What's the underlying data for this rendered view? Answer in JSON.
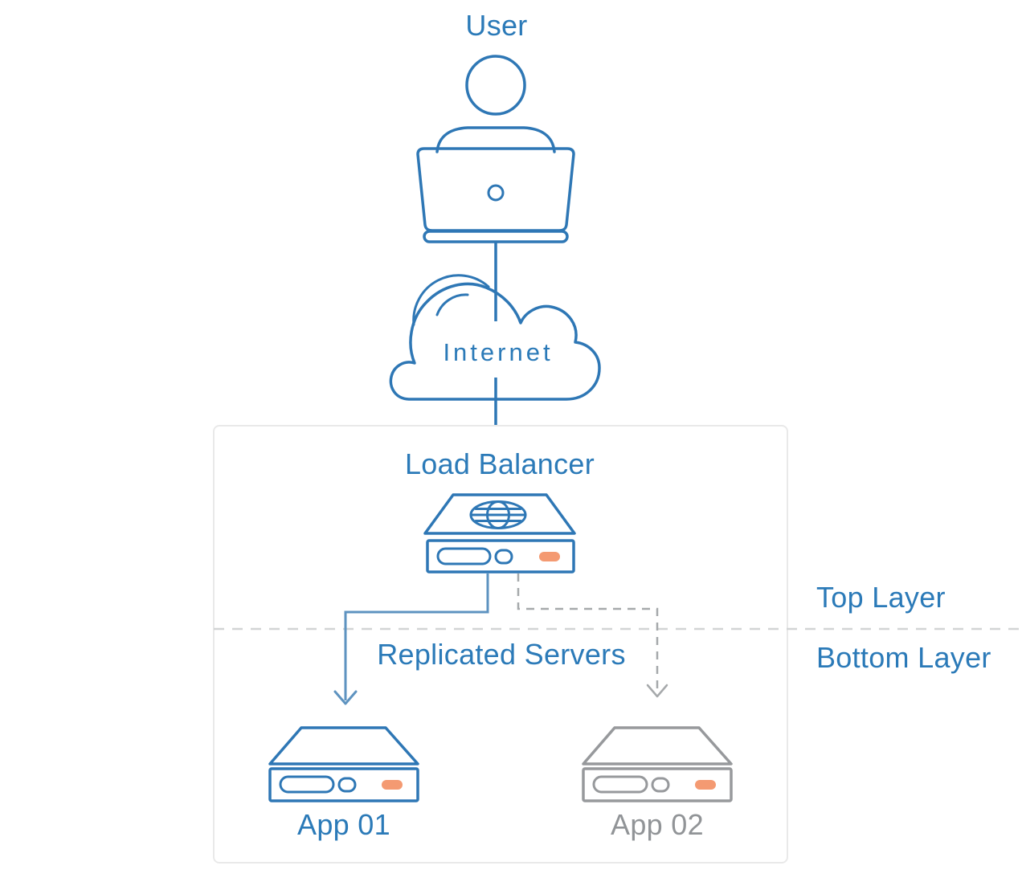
{
  "diagram_title": "Load balancer architecture diagram",
  "labels": {
    "user": "User",
    "internet": "Internet",
    "load_balancer": "Load Balancer",
    "replicated_servers": "Replicated Servers",
    "top_layer": "Top Layer",
    "bottom_layer": "Bottom Layer",
    "app_01": "App 01",
    "app_02": "App 02"
  },
  "icons": {
    "user": "user-at-laptop-icon",
    "internet": "cloud-icon",
    "load_balancer": "load-balancer-server-icon",
    "app_01": "server-icon (blue, active path)",
    "app_02": "server-icon (gray, standby path)"
  },
  "connections": [
    {
      "from": "user",
      "to": "internet",
      "style": "solid blue line"
    },
    {
      "from": "internet",
      "to": "load_balancer",
      "style": "solid blue line"
    },
    {
      "from": "load_balancer",
      "to": "app_01",
      "style": "solid steel-blue arrow"
    },
    {
      "from": "load_balancer",
      "to": "app_02",
      "style": "dashed gray arrow"
    }
  ],
  "layers": {
    "separator_style": "light gray dashed horizontal line",
    "top": "Top Layer",
    "bottom": "Bottom Layer"
  },
  "colors": {
    "blue_text": "#2b7ab8",
    "blue_stroke": "#2e77b5",
    "steel_connector": "#5e93c0",
    "gray_stroke": "#97999c",
    "gray_text": "#919497",
    "gray_connector_dash": "#a6a9ab",
    "separator_dash": "#d2d4d5",
    "orange_led": "#f49a72",
    "device_fill": "#e8ebee",
    "group_box_border": "#e9e9e9",
    "background": "#ffffff"
  }
}
